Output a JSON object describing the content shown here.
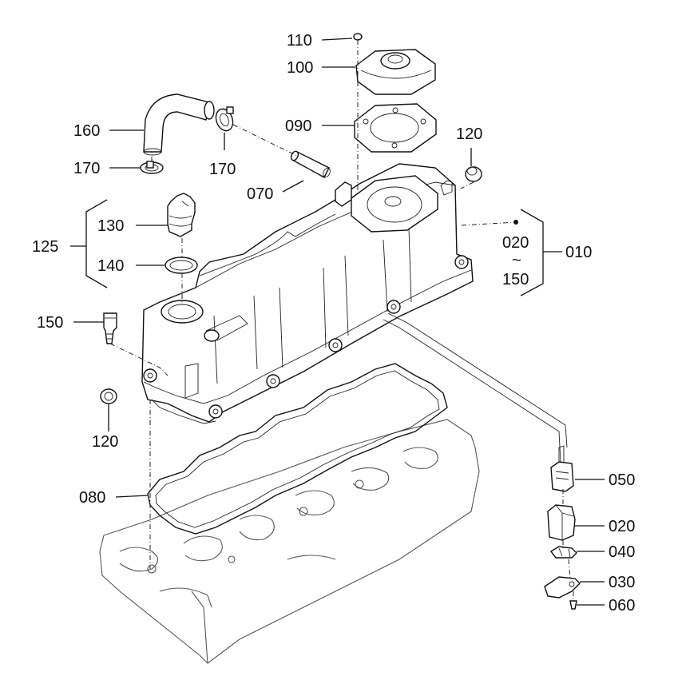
{
  "callouts": [
    {
      "id": "p110",
      "text": "110"
    },
    {
      "id": "p100",
      "text": "100"
    },
    {
      "id": "p090",
      "text": "090"
    },
    {
      "id": "p160",
      "text": "160"
    },
    {
      "id": "p170a",
      "text": "170"
    },
    {
      "id": "p170b",
      "text": "170"
    },
    {
      "id": "p120a",
      "text": "120"
    },
    {
      "id": "p070",
      "text": "070"
    },
    {
      "id": "p130",
      "text": "130"
    },
    {
      "id": "p125",
      "text": "125"
    },
    {
      "id": "p140",
      "text": "140"
    },
    {
      "id": "p020a",
      "text": "020"
    },
    {
      "id": "tilde",
      "text": "~"
    },
    {
      "id": "p150a",
      "text": "150"
    },
    {
      "id": "p010",
      "text": "010"
    },
    {
      "id": "p150b",
      "text": "150"
    },
    {
      "id": "p120b",
      "text": "120"
    },
    {
      "id": "p080",
      "text": "080"
    },
    {
      "id": "p050",
      "text": "050"
    },
    {
      "id": "p020b",
      "text": "020"
    },
    {
      "id": "p040",
      "text": "040"
    },
    {
      "id": "p030",
      "text": "030"
    },
    {
      "id": "p060",
      "text": "060"
    }
  ]
}
